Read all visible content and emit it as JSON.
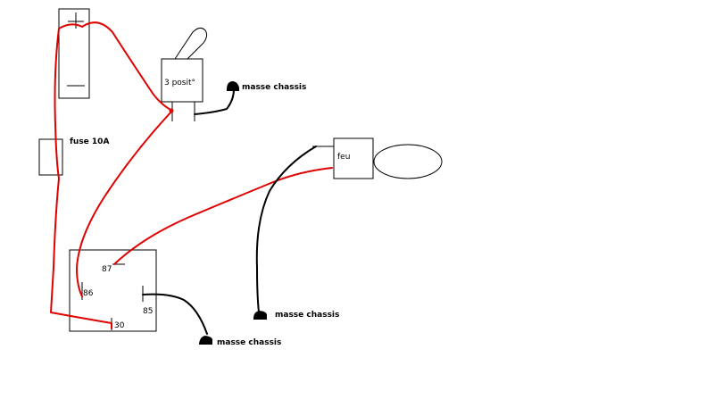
{
  "switch": {
    "label": "3 posit°"
  },
  "fuse": {
    "label": "fuse 10A"
  },
  "lamp": {
    "label": "feu"
  },
  "relay": {
    "pin_87": "87",
    "pin_86": "86",
    "pin_85": "85",
    "pin_30": "30"
  },
  "grounds": {
    "switch_ground": "masse chassis",
    "lamp_ground": "masse chassis",
    "relay_ground": "masse chassis"
  },
  "colors": {
    "positive_wire": "#e00000",
    "ground_wire": "#000000",
    "background": "#ffffff"
  }
}
